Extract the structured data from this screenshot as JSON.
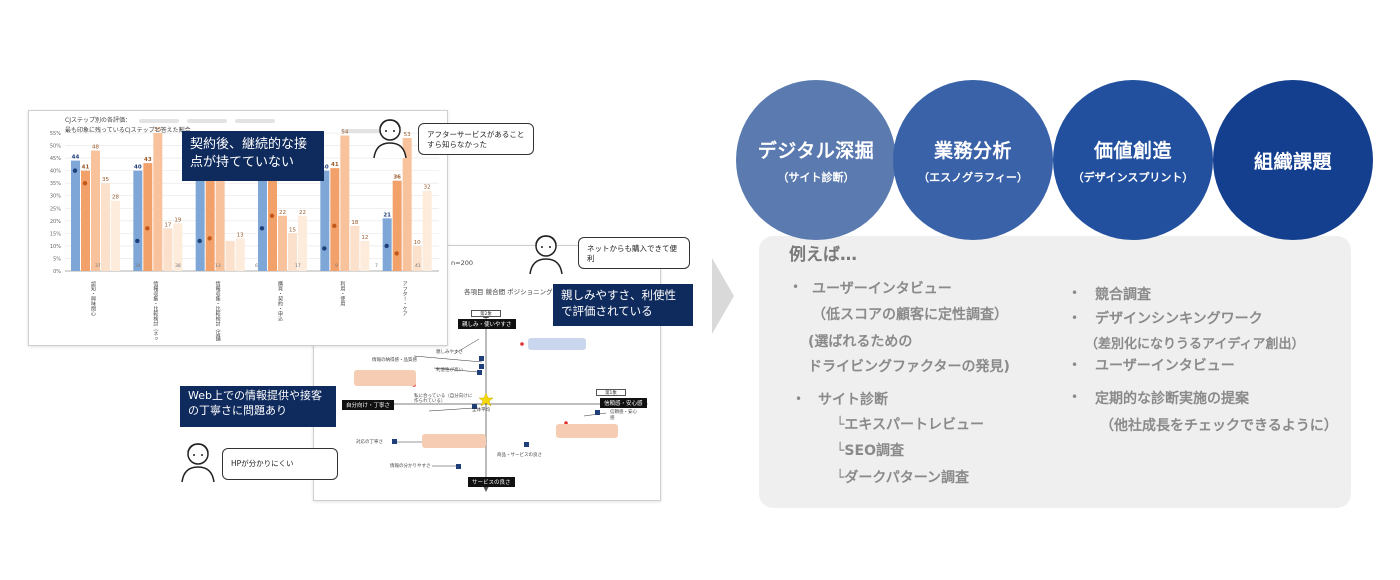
{
  "left": {
    "chart_doc": {
      "header_line1": "CJステップ別の各評価：",
      "header_line2": "最も印象に残っているCJステップと答えた割合"
    },
    "chart_data": {
      "type": "bar",
      "categories": [
        "認知・興味関心",
        "情報収集・比較検討（ネット/カタログなど）",
        "情報収集・比較検討（店舗など）",
        "購買・契約・申込",
        "利用・使用",
        "アフター・ケア"
      ],
      "bar_values": [
        [
          44,
          40,
          48,
          35,
          28
        ],
        [
          40,
          43,
          55,
          17,
          19
        ],
        [
          45,
          45,
          46,
          12,
          13
        ],
        [
          37,
          36,
          22,
          15,
          22
        ],
        [
          40,
          41,
          54,
          18,
          12
        ],
        [
          21,
          36,
          53,
          10,
          32
        ]
      ],
      "bar_labels": [
        [
          "44",
          "41",
          "48",
          "35",
          "28"
        ],
        [
          "40",
          "43",
          "55",
          "17",
          "19"
        ],
        [
          "",
          "12",
          "",
          "",
          "13"
        ],
        [
          "37",
          "36",
          "22",
          "15",
          "22"
        ],
        [
          "40",
          "41",
          "54",
          "18",
          "12"
        ],
        [
          "21",
          "36",
          "53",
          "10",
          "32"
        ]
      ],
      "extra_labels": [
        "37",
        "34",
        "38",
        "13",
        "6",
        "17",
        "9",
        "7",
        "41"
      ],
      "dot_values": [
        [
          40,
          35
        ],
        [
          12,
          17
        ],
        [
          12,
          13
        ],
        [
          17,
          22
        ],
        [
          9,
          18
        ],
        [
          10,
          7
        ]
      ],
      "yticks": [
        "0%",
        "5%",
        "10%",
        "15%",
        "20%",
        "25%",
        "30%",
        "35%",
        "40%",
        "45%",
        "50%",
        "55%"
      ],
      "ylim": [
        0,
        55
      ],
      "colors": {
        "bar1": "#7ea6d6",
        "bar2": "#f2a16a",
        "bar3": "#f8c39c",
        "bar4": "#fbe0cb",
        "bar5": "#fdebdc",
        "dot_blue": "#1f3f7a",
        "dot_orange": "#c2571a"
      }
    },
    "callouts": {
      "contract": "契約後、継続的な接点が持てていない",
      "friendly": "親しみやすさ、利使性で評価されている",
      "web": "Web上での情報提供や接客の丁寧さに問題あり"
    },
    "bubbles": {
      "after": "アフターサービスがあることすら知らなかった",
      "net": "ネットからも購入できて便利",
      "hp": "HPが分かりにくい"
    },
    "matrix": {
      "header_n": "n=200",
      "header_title": "各項目 競合間 ポジショニングマ",
      "axis_top": "親しみ・使いやすさ",
      "axis_left": "自分向け・丁寧さ",
      "axis_right": "信頼感・安心感",
      "axis_bottom": "サービスの良さ",
      "top_small": "第2象",
      "right_small": "第1象",
      "items": [
        "親しみやすさ",
        "情報の納得感・品質感",
        "利便性が高い",
        "私に合っている（自分向けに作られている）",
        "対応の丁寧さ",
        "情報の分かりやすさ",
        "商品・サービスの良さ",
        "信頼感・安心感",
        "全体平均"
      ]
    }
  },
  "right": {
    "circles": [
      {
        "title": "デジタル深掘",
        "subtitle": "（サイト診断）",
        "color": "#5b7bb0"
      },
      {
        "title": "業務分析",
        "subtitle": "（エスノグラフィー）",
        "color": "#3a62a8"
      },
      {
        "title": "価値創造",
        "subtitle": "（デザインスプリント）",
        "color": "#22509e"
      },
      {
        "title": "組織課題",
        "subtitle": "",
        "color": "#143f8f"
      }
    ],
    "example": {
      "heading": "例えば…",
      "left_items": [
        "ユーザーインタビュー",
        "（低スコアの顧客に定性調査）",
        "(選ばれるための",
        "ドライビングファクターの発見)",
        "サイト診断",
        "└エキスパートレビュー",
        "└SEO調査",
        "└ダークパターン調査"
      ],
      "right_items": [
        "競合調査",
        "デザインシンキングワーク",
        "（差別化になりうるアイディア創出）",
        "ユーザーインタビュー",
        "定期的な診断実施の提案",
        "（他社成長をチェックできるように）"
      ],
      "bullet": "•"
    }
  }
}
